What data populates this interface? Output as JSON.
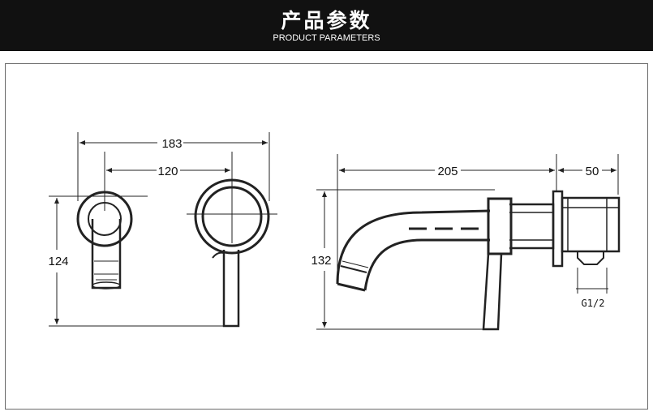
{
  "header": {
    "title": "产品参数",
    "subtitle": "PRODUCT PARAMETERS"
  },
  "dimensions": {
    "total_width": "183",
    "center_distance": "120",
    "front_height": "124",
    "spout_length": "205",
    "wall_depth": "50",
    "side_height": "132",
    "thread": "G1/2"
  },
  "colors": {
    "header_bg": "#111111",
    "line": "#222222"
  }
}
